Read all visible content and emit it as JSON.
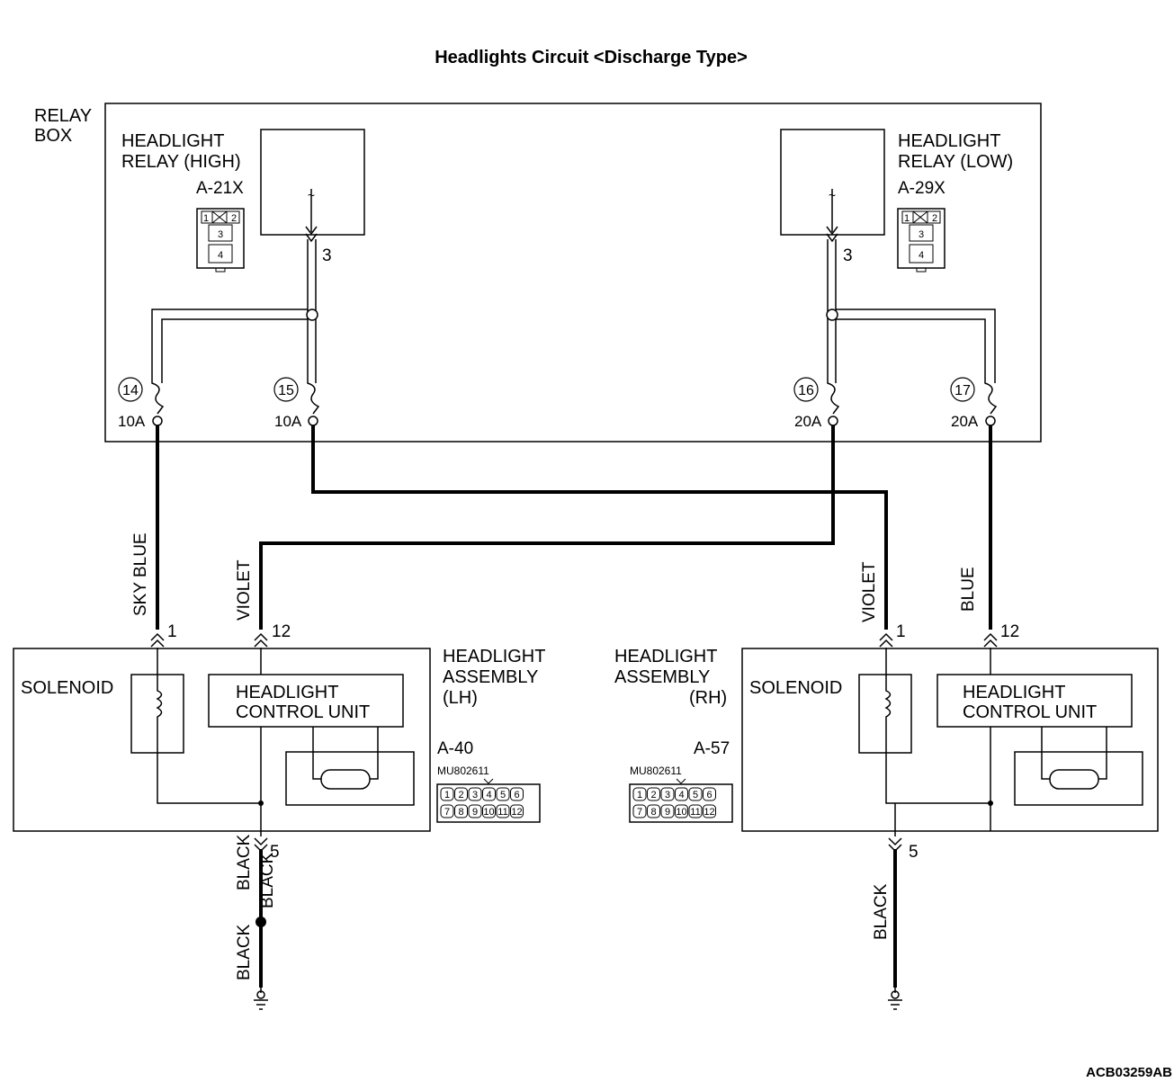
{
  "title": "Headlights Circuit <Discharge Type>",
  "figure_id": "ACB03259AB",
  "relay_box": {
    "label_line1": "RELAY",
    "label_line2": "BOX",
    "relay_high": {
      "label_line1": "HEADLIGHT",
      "label_line2": "RELAY (HIGH)",
      "connector": "A-21X",
      "terminal": "3",
      "pins": [
        "1",
        "2",
        "3",
        "4"
      ]
    },
    "relay_low": {
      "label_line1": "HEADLIGHT",
      "label_line2": "RELAY (LOW)",
      "connector": "A-29X",
      "terminal": "3",
      "pins": [
        "1",
        "2",
        "3",
        "4"
      ]
    },
    "fuses": [
      {
        "number": "14",
        "rating": "10A"
      },
      {
        "number": "15",
        "rating": "10A"
      },
      {
        "number": "16",
        "rating": "20A"
      },
      {
        "number": "17",
        "rating": "20A"
      }
    ]
  },
  "wires": {
    "sky_blue": "SKY BLUE",
    "violet_lh": "VIOLET",
    "violet_rh": "VIOLET",
    "blue": "BLUE",
    "black_lh_upper": "BLACK",
    "black_lh_mid": "BLACK",
    "black_lh_lower": "BLACK",
    "black_rh": "BLACK"
  },
  "assembly_lh": {
    "label_line1": "HEADLIGHT",
    "label_line2": "ASSEMBLY",
    "label_line3": "(LH)",
    "solenoid": "SOLENOID",
    "control_unit_line1": "HEADLIGHT",
    "control_unit_line2": "CONTROL UNIT",
    "connector": "A-40",
    "part_number": "MU802611",
    "pin_in_solenoid": "1",
    "pin_in_control": "12",
    "pin_ground": "5"
  },
  "assembly_rh": {
    "label_line1": "HEADLIGHT",
    "label_line2": "ASSEMBLY",
    "label_line3": "(RH)",
    "solenoid": "SOLENOID",
    "control_unit_line1": "HEADLIGHT",
    "control_unit_line2": "CONTROL UNIT",
    "connector": "A-57",
    "part_number": "MU802611",
    "pin_in_solenoid": "1",
    "pin_in_control": "12",
    "pin_ground": "5"
  },
  "connector_pins_row1": [
    "1",
    "2",
    "3",
    "4",
    "5",
    "6"
  ],
  "connector_pins_row2": [
    "7",
    "8",
    "9",
    "10",
    "11",
    "12"
  ]
}
